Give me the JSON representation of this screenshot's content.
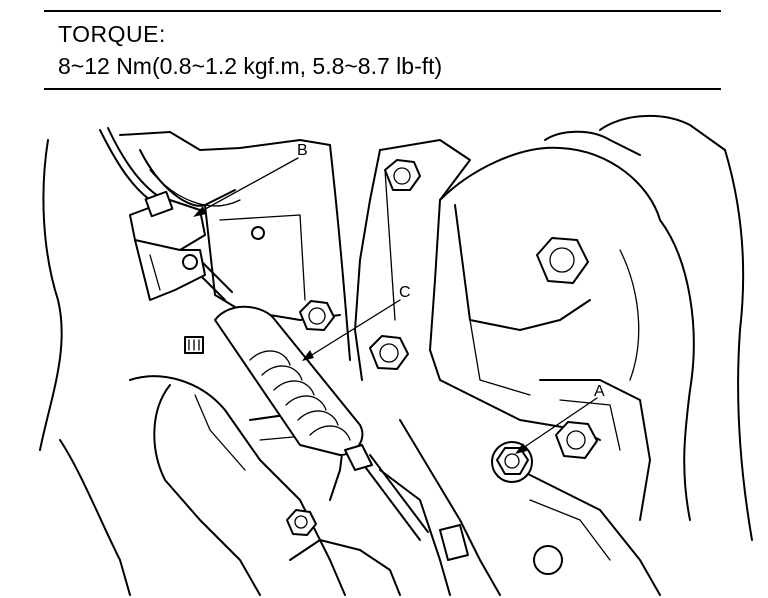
{
  "header": {
    "torque_title": "TORQUE:",
    "torque_spec": "8~12 Nm(0.8~1.2 kgf.m, 5.8~8.7 lb-ft)"
  },
  "callouts": {
    "a": "A",
    "b": "B",
    "c": "C"
  }
}
